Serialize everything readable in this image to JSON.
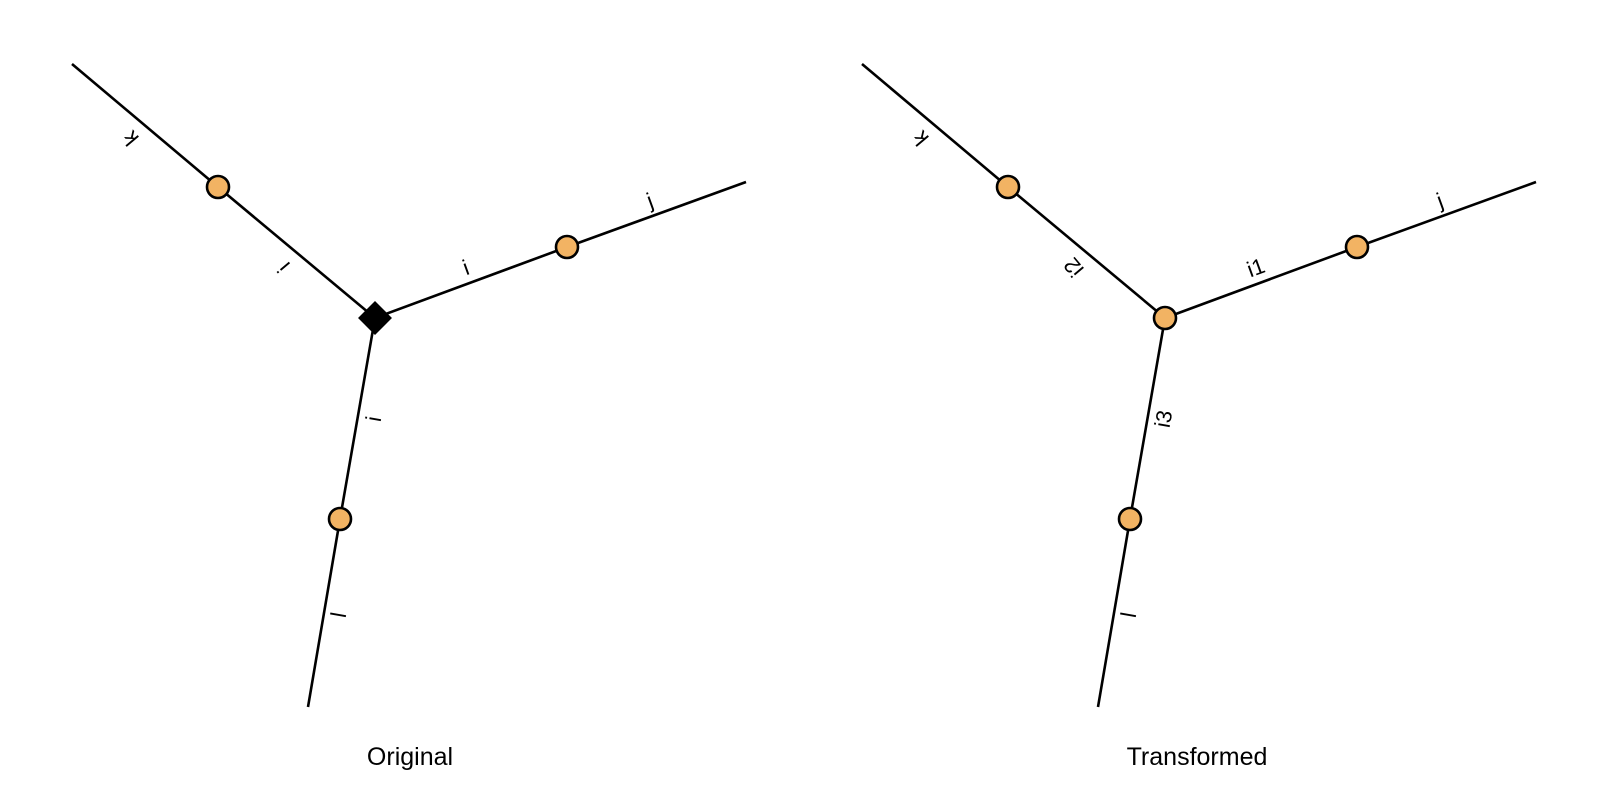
{
  "colors": {
    "vertex_fill": "#F2B363",
    "vertex_stroke": "#000000",
    "center_marker": "#000000",
    "line": "#000000"
  },
  "panels": [
    {
      "caption": "Original",
      "center_marker": "black-diamond",
      "outer_vertex_marker": "orange-circle",
      "edges": [
        {
          "name": "upper-left-outer",
          "label": "k"
        },
        {
          "name": "upper-left-inner",
          "label": "i"
        },
        {
          "name": "right-inner",
          "label": "i"
        },
        {
          "name": "right-outer",
          "label": "j"
        },
        {
          "name": "lower-inner",
          "label": "i"
        },
        {
          "name": "lower-outer",
          "label": "l"
        }
      ]
    },
    {
      "caption": "Transformed",
      "center_marker": "orange-circle",
      "outer_vertex_marker": "orange-circle",
      "edges": [
        {
          "name": "upper-left-outer",
          "label": "k"
        },
        {
          "name": "upper-left-inner",
          "label": "i2"
        },
        {
          "name": "right-inner",
          "label": "i1"
        },
        {
          "name": "right-outer",
          "label": "j"
        },
        {
          "name": "lower-inner",
          "label": "i3"
        },
        {
          "name": "lower-outer",
          "label": "l"
        }
      ]
    }
  ]
}
